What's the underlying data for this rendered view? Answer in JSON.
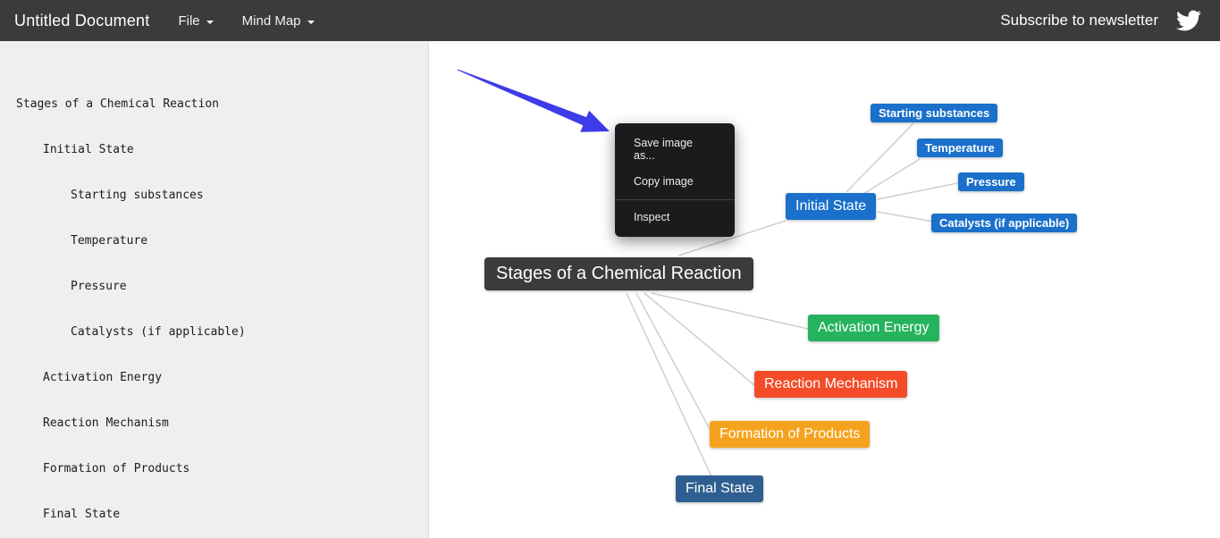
{
  "navbar": {
    "title": "Untitled Document",
    "menus": [
      {
        "label": "File"
      },
      {
        "label": "Mind Map"
      }
    ],
    "subscribe_label": "Subscribe to newsletter"
  },
  "outline": {
    "lines": [
      {
        "indent": 0,
        "text": "Stages of a Chemical Reaction"
      },
      {
        "indent": 1,
        "text": "Initial State"
      },
      {
        "indent": 2,
        "text": "Starting substances"
      },
      {
        "indent": 2,
        "text": "Temperature"
      },
      {
        "indent": 2,
        "text": "Pressure"
      },
      {
        "indent": 2,
        "text": "Catalysts (if applicable)"
      },
      {
        "indent": 1,
        "text": "Activation Energy"
      },
      {
        "indent": 1,
        "text": "Reaction Mechanism"
      },
      {
        "indent": 1,
        "text": "Formation of Products"
      },
      {
        "indent": 1,
        "text": "Final State"
      }
    ]
  },
  "mindmap": {
    "connector_color": "#cfcfcf",
    "nodes": [
      {
        "label": "Stages of a Chemical Reaction",
        "color": "#3b3b3b"
      },
      {
        "label": "Initial State",
        "color": "#1a70ca"
      },
      {
        "label": "Starting substances",
        "color": "#1a70ca"
      },
      {
        "label": "Temperature",
        "color": "#1a70ca"
      },
      {
        "label": "Pressure",
        "color": "#1a70ca"
      },
      {
        "label": "Catalysts (if applicable)",
        "color": "#1a70ca"
      },
      {
        "label": "Activation Energy",
        "color": "#25b35d"
      },
      {
        "label": "Reaction Mechanism",
        "color": "#f44c28"
      },
      {
        "label": "Formation of Products",
        "color": "#f5a31e"
      },
      {
        "label": "Final State",
        "color": "#2e5f90"
      }
    ]
  },
  "context_menu": {
    "items": [
      {
        "label": "Save image as..."
      },
      {
        "label": "Copy image"
      },
      {
        "label": "Inspect"
      }
    ]
  },
  "annotation": {
    "arrow_color": "#3e3be9"
  }
}
